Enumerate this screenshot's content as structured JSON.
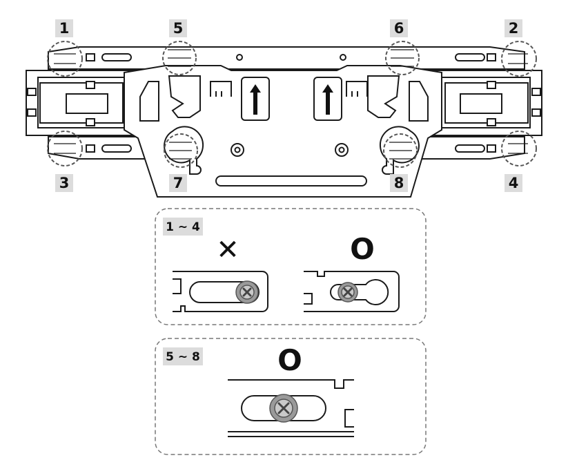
{
  "callouts": {
    "c1": "1",
    "c2": "2",
    "c3": "3",
    "c4": "4",
    "c5": "5",
    "c6": "6",
    "c7": "7",
    "c8": "8"
  },
  "box_top": {
    "label": "1 ~ 4",
    "wrong_mark": "✕",
    "right_mark": "O"
  },
  "box_bottom": {
    "label": "5 ~ 8",
    "right_mark": "O"
  },
  "colors": {
    "line": "#1a1a1a",
    "callout_bg": "#dcdcdc",
    "screw": "#9a9a9a"
  }
}
